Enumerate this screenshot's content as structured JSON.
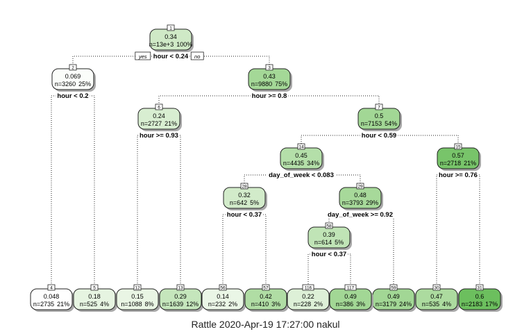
{
  "caption": "Rattle 2020-Apr-19 17:27:00 nakul",
  "branch_labels": {
    "yes": "yes",
    "no": "no"
  },
  "nodes": [
    {
      "id": "1",
      "value": "0.34",
      "n": "n=13e+3",
      "pct": "100%",
      "color": "#cfe9c6"
    },
    {
      "id": "2",
      "value": "0.069",
      "n": "n=3260",
      "pct": "25%",
      "color": "#fbfdfa"
    },
    {
      "id": "3",
      "value": "0.43",
      "n": "n=9880",
      "pct": "75%",
      "color": "#a4d897"
    },
    {
      "id": "4",
      "value": "0.048",
      "n": "n=2735",
      "pct": "21%",
      "color": "#fefefe"
    },
    {
      "id": "5",
      "value": "0.18",
      "n": "n=525",
      "pct": "4%",
      "color": "#e6f4e1"
    },
    {
      "id": "6",
      "value": "0.24",
      "n": "n=2727",
      "pct": "21%",
      "color": "#d8eed1"
    },
    {
      "id": "7",
      "value": "0.5",
      "n": "n=7153",
      "pct": "54%",
      "color": "#a2d795"
    },
    {
      "id": "12",
      "value": "0.15",
      "n": "n=1088",
      "pct": "8%",
      "color": "#e9f5e4"
    },
    {
      "id": "13",
      "value": "0.29",
      "n": "n=1639",
      "pct": "12%",
      "color": "#c5e6bc"
    },
    {
      "id": "14",
      "value": "0.45",
      "n": "n=4435",
      "pct": "34%",
      "color": "#b4dfa9"
    },
    {
      "id": "15",
      "value": "0.57",
      "n": "n=2718",
      "pct": "21%",
      "color": "#78c46a"
    },
    {
      "id": "28",
      "value": "0.32",
      "n": "n=642",
      "pct": "5%",
      "color": "#d2ebca"
    },
    {
      "id": "29",
      "value": "0.48",
      "n": "n=3793",
      "pct": "29%",
      "color": "#a7d99a"
    },
    {
      "id": "56",
      "value": "0.14",
      "n": "n=232",
      "pct": "2%",
      "color": "#eaf6e6"
    },
    {
      "id": "57",
      "value": "0.42",
      "n": "n=410",
      "pct": "3%",
      "color": "#b0dda4"
    },
    {
      "id": "58",
      "value": "0.39",
      "n": "n=614",
      "pct": "5%",
      "color": "#c0e4b6"
    },
    {
      "id": "59",
      "value": "0.49",
      "n": "n=3179",
      "pct": "24%",
      "color": "#a2d795"
    },
    {
      "id": "116",
      "value": "0.22",
      "n": "n=228",
      "pct": "2%",
      "color": "#ddf0d7"
    },
    {
      "id": "117",
      "value": "0.49",
      "n": "n=386",
      "pct": "3%",
      "color": "#a2d795"
    },
    {
      "id": "30",
      "value": "0.47",
      "n": "n=535",
      "pct": "4%",
      "color": "#acdb9f"
    },
    {
      "id": "31",
      "value": "0.6",
      "n": "n=2183",
      "pct": "17%",
      "color": "#6cbf5e"
    }
  ],
  "splits": [
    {
      "node": "1",
      "label": "hour < 0.24"
    },
    {
      "node": "2",
      "label": "hour < 0.2"
    },
    {
      "node": "3",
      "label": "hour >= 0.8"
    },
    {
      "node": "6",
      "label": "hour >= 0.93"
    },
    {
      "node": "7",
      "label": "hour < 0.59"
    },
    {
      "node": "14",
      "label": "day_of_week < 0.083"
    },
    {
      "node": "15",
      "label": "hour >= 0.76"
    },
    {
      "node": "28",
      "label": "hour < 0.37"
    },
    {
      "node": "29",
      "label": "day_of_week >= 0.92"
    },
    {
      "node": "58",
      "label": "hour < 0.37"
    }
  ]
}
